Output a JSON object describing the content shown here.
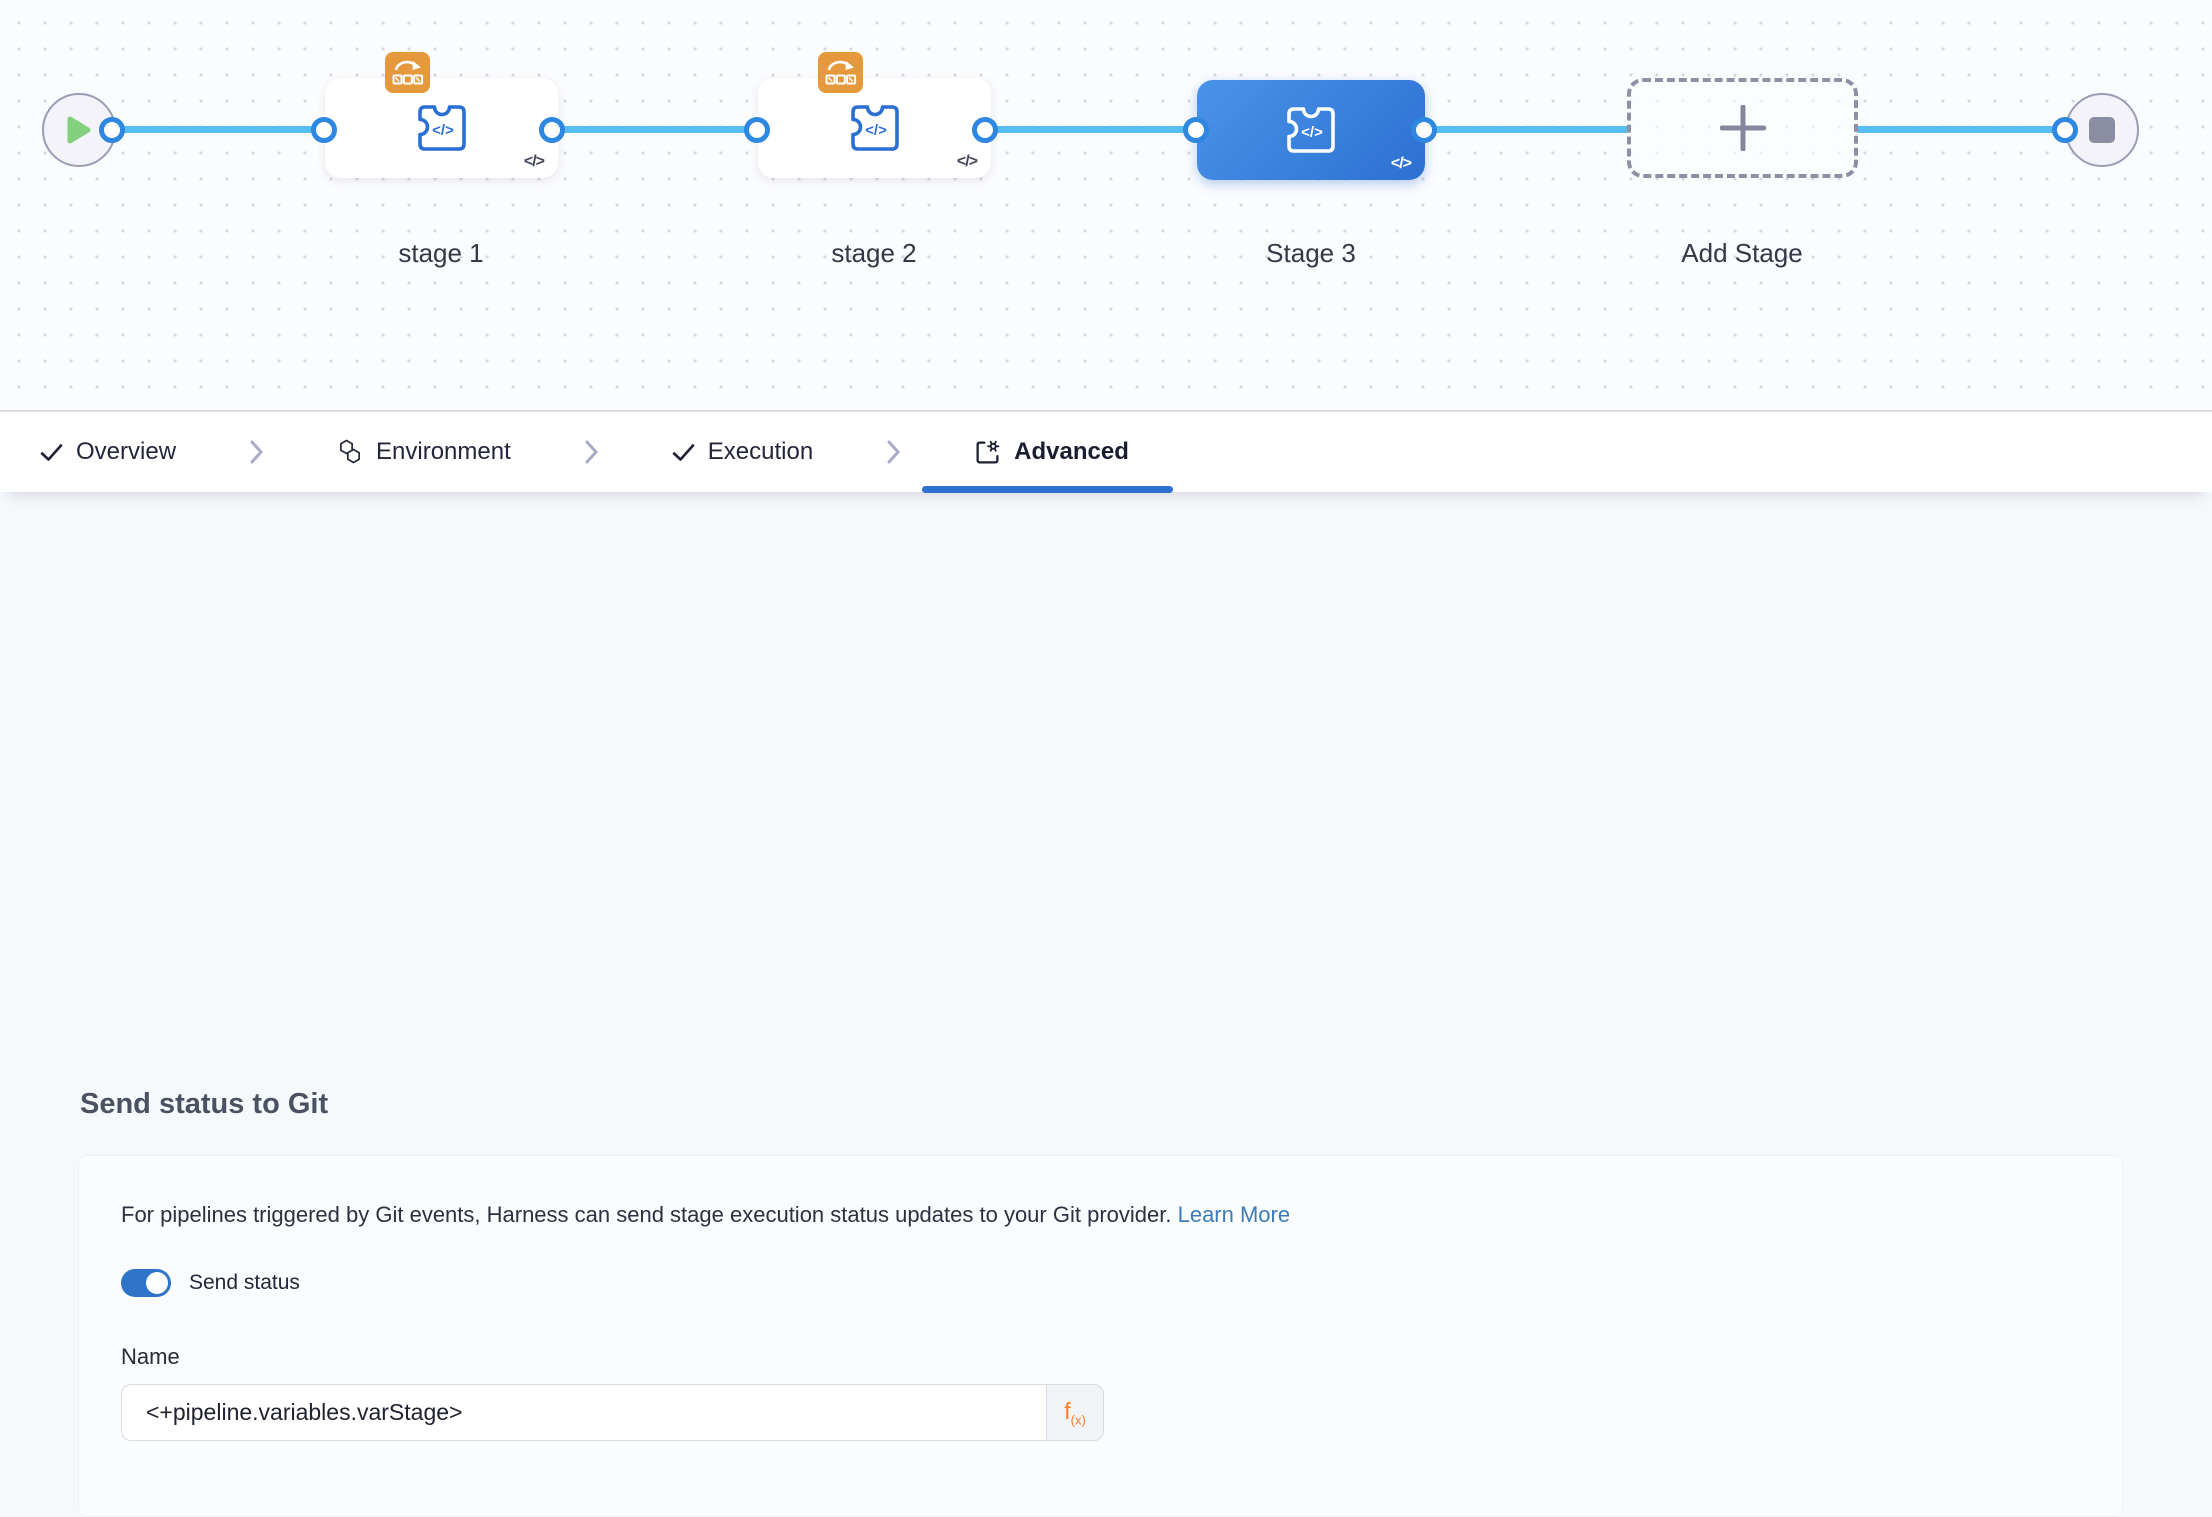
{
  "pipeline": {
    "stages": [
      {
        "label": "stage 1",
        "selected": false,
        "has_badge": true,
        "yaml_glyph": "</>"
      },
      {
        "label": "stage 2",
        "selected": false,
        "has_badge": true,
        "yaml_glyph": "</>"
      },
      {
        "label": "Stage 3",
        "selected": true,
        "has_badge": false,
        "yaml_glyph": "</>"
      }
    ],
    "add_stage_label": "Add Stage"
  },
  "tabs": [
    {
      "label": "Overview",
      "icon": "check-icon",
      "active": false
    },
    {
      "label": "Environment",
      "icon": "hexagons-icon",
      "active": false
    },
    {
      "label": "Execution",
      "icon": "check-icon",
      "active": false
    },
    {
      "label": "Advanced",
      "icon": "settings-doc-icon",
      "active": true
    }
  ],
  "panel": {
    "heading": "Send status to Git",
    "description": "For pipelines triggered by Git events, Harness can send stage execution status updates to your Git provider.",
    "link_label": "Learn More",
    "toggle_label": "Send status",
    "toggle_state": "on",
    "name_label": "Name",
    "name_value": "<+pipeline.variables.varStage>",
    "fx_label": "f(x)"
  },
  "colors": {
    "accent_blue": "#2d70d0",
    "selected_stage_gradient": [
      "#4a93e9",
      "#2c70d2"
    ],
    "link_line": "#58bef2",
    "port_ring": "#2e87e0",
    "badge_orange": "#e6993c",
    "toggle_blue": "#2e75ca",
    "fx_orange": "#ff7c21",
    "link_text_blue": "#3c7cba",
    "play_green": "#83d17c"
  }
}
